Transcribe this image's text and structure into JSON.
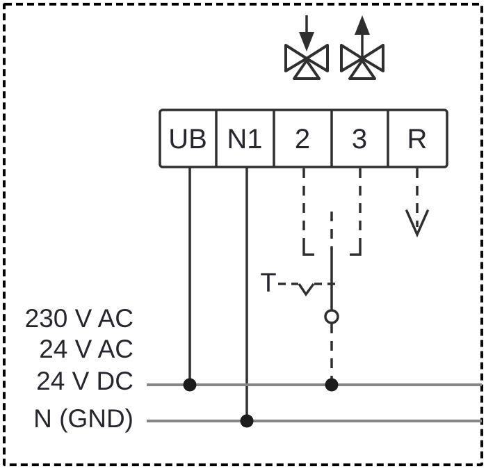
{
  "terminal_block": {
    "terminals": [
      {
        "label": "UB"
      },
      {
        "label": "N1"
      },
      {
        "label": "2"
      },
      {
        "label": "3"
      },
      {
        "label": "R"
      }
    ]
  },
  "power_labels": {
    "supply_options": [
      "230 V AC",
      "24 V AC",
      "24 V DC"
    ],
    "neutral": "N (GND)"
  },
  "switch": {
    "label": "T"
  },
  "icons": {
    "valve_left": "three-way-valve-arrow-down-icon",
    "valve_right": "three-way-valve-arrow-up-icon",
    "r_output": "dashed-arrow-down-icon",
    "temperature_switch": "switch-contact-icon",
    "changeover_node": "open-circle-node-icon",
    "junction": "junction-dot-icon"
  },
  "colors": {
    "background": "#ffffff",
    "border": "#000000",
    "line": "#2f2f2f",
    "power_line": "#868686",
    "junction": "#1c1c1c",
    "text": "#26262e"
  }
}
